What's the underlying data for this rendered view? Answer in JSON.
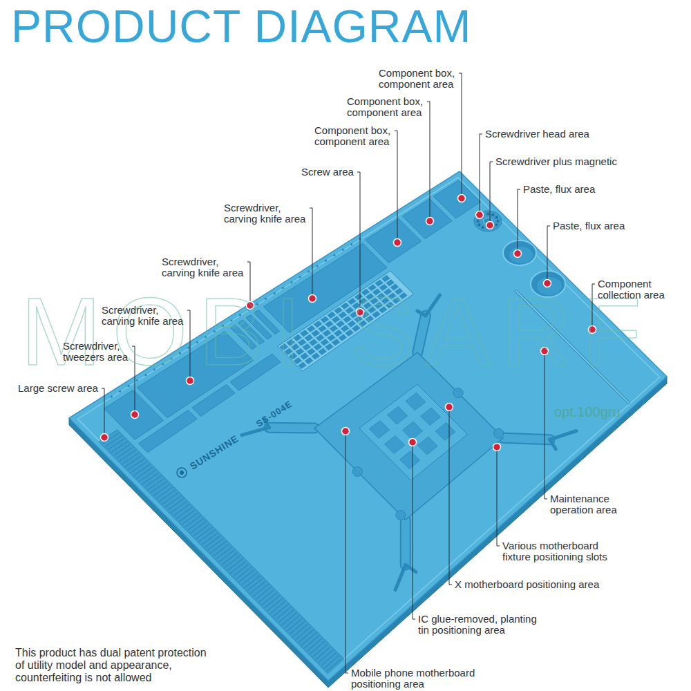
{
  "diagram": {
    "title": "PRODUCT DIAGRAM",
    "labels": [
      "Component box, component area",
      "Component box, component area",
      "Component box, component area",
      "Screw area",
      "Screwdriver, carving knife area",
      "Screwdriver, carving knife area",
      "Screwdriver, carving knife area",
      "Screwdriver, tweezers area",
      "Large screw area",
      "Screwdriver head area",
      "Screwdriver plus magnetic",
      "Paste, flux area",
      "Paste, flux area",
      "Component collection area",
      "Maintenance operation area",
      "Various motherboard fixture positioning slots",
      "X motherboard positioning area",
      "IC glue-removed, planting tin positioning area",
      "Mobile phone motherboard positioning area",
      "SUNSHINE",
      "SS-004E",
      "MOBI SARF",
      "opt.100gru",
      "This product has dual patent protection of utility model and appearance, counterfeiting is not allowed"
    ]
  }
}
